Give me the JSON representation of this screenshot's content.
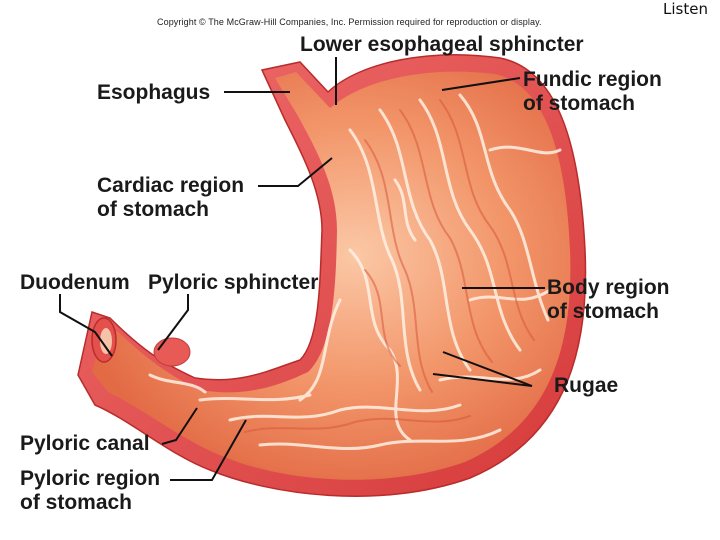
{
  "header": {
    "copyright": "Copyright © The McGraw-Hill Companies, Inc. Permission required for reproduction or display.",
    "listen_label": "Listen"
  },
  "labels": {
    "lower_esophageal_sphincter": "Lower esophageal sphincter",
    "esophagus": "Esophagus",
    "fundic_region": [
      "Fundic region",
      "of stomach"
    ],
    "cardiac_region": [
      "Cardiac region",
      "of stomach"
    ],
    "duodenum": "Duodenum",
    "pyloric_sphincter": "Pyloric sphincter",
    "body_region": [
      "Body region",
      "of stomach"
    ],
    "rugae": "Rugae",
    "pyloric_canal": "Pyloric canal",
    "pyloric_region": [
      "Pyloric region",
      "of stomach"
    ]
  },
  "colors": {
    "outer_wall": "#e34a4a",
    "mucosa": "#f08a5d",
    "mucosa_highlight": "#fbd0b4",
    "rugae_lines": "#fff2e6",
    "leader_lines": "#111111"
  }
}
